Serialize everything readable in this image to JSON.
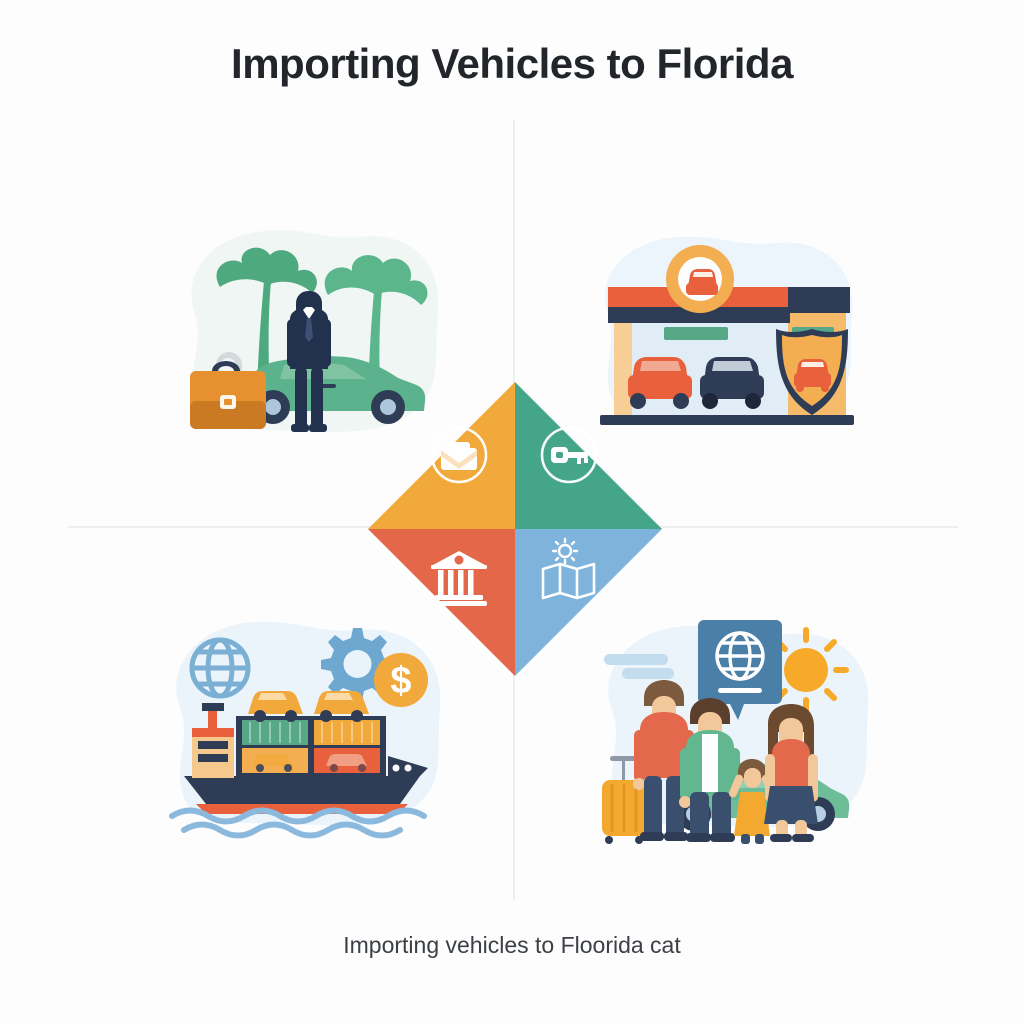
{
  "header": {
    "title": "Importing Vehicles to Florida"
  },
  "caption": {
    "text": "Importing vehicles to Floorida cat"
  },
  "palette": {
    "background": "#fdfdfd",
    "title_color": "#22262b",
    "caption_color": "#3c4045",
    "divider": "#eceef0",
    "blob_tint": "#ebf4fa",
    "blob_tint_green": "#eaf5f0",
    "orange": "#f2a93b",
    "green": "#45a588",
    "red": "#e4674a",
    "blue": "#7eb4dc",
    "navy": "#2e3c56",
    "car_green": "#5cb28d",
    "brief_orange": "#d98a2b",
    "sun_yellow": "#f7a929",
    "steel_blue": "#7bafd4"
  },
  "diamond": {
    "label": "four-part process diamond",
    "quadrants": [
      {
        "id": "paperwork",
        "position": "top-left",
        "color": "#f2a93b",
        "icon": "briefcase-icon"
      },
      {
        "id": "ownership",
        "position": "top-right",
        "color": "#45a588",
        "icon": "key-icon"
      },
      {
        "id": "government",
        "position": "bottom-left",
        "color": "#e4674a",
        "icon": "bank-icon"
      },
      {
        "id": "relocation",
        "position": "bottom-right",
        "color": "#7eb4dc",
        "icon": "map-sun-icon"
      }
    ]
  },
  "illustrations": [
    {
      "id": "businessman-florida",
      "position": "top-left",
      "description": "Businessman in suit standing beside a green car with palm trees and an orange briefcase",
      "elements": [
        "palm-tree-icon",
        "businessman-icon",
        "car-icon",
        "briefcase-icon"
      ]
    },
    {
      "id": "car-dealership",
      "position": "top-right",
      "description": "Car dealership storefront with two cars inside, a shield badge and a round car sign",
      "elements": [
        "dealership-building-icon",
        "car-icon",
        "car-icon",
        "shield-icon",
        "car-sign-icon"
      ]
    },
    {
      "id": "cargo-shipping",
      "position": "bottom-left",
      "description": "Cargo ship carrying shipping containers and cars with globe, gear and dollar coin icons",
      "elements": [
        "globe-icon",
        "gear-icon",
        "dollar-coin-icon",
        "cargo-ship-icon",
        "container-icon",
        "car-icon"
      ]
    },
    {
      "id": "family-relocation",
      "position": "bottom-right",
      "description": "Family of four with a suitcase in front of a green car, passport bubble with globe and a sun",
      "elements": [
        "family-icon",
        "suitcase-icon",
        "car-icon",
        "passport-globe-icon",
        "sun-icon",
        "cloud-icon"
      ]
    }
  ]
}
